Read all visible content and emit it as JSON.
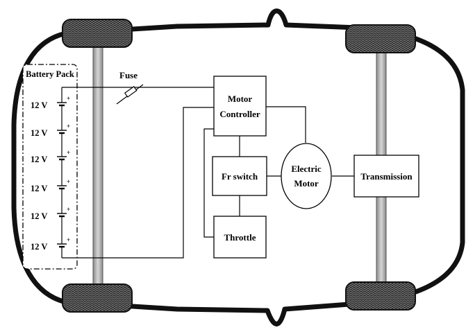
{
  "battery": {
    "title": "Battery Pack",
    "cells": [
      "12 V",
      "12 V",
      "12 V",
      "12 V",
      "12 V",
      "12 V"
    ]
  },
  "fuse": {
    "label": "Fuse"
  },
  "motor_controller": {
    "line1": "Motor",
    "line2": "Controller"
  },
  "fr_switch": {
    "label": "Fr switch"
  },
  "throttle": {
    "label": "Throttle"
  },
  "electric_motor": {
    "line1": "Electric",
    "line2": "Motor"
  },
  "transmission": {
    "label": "Transmission"
  }
}
